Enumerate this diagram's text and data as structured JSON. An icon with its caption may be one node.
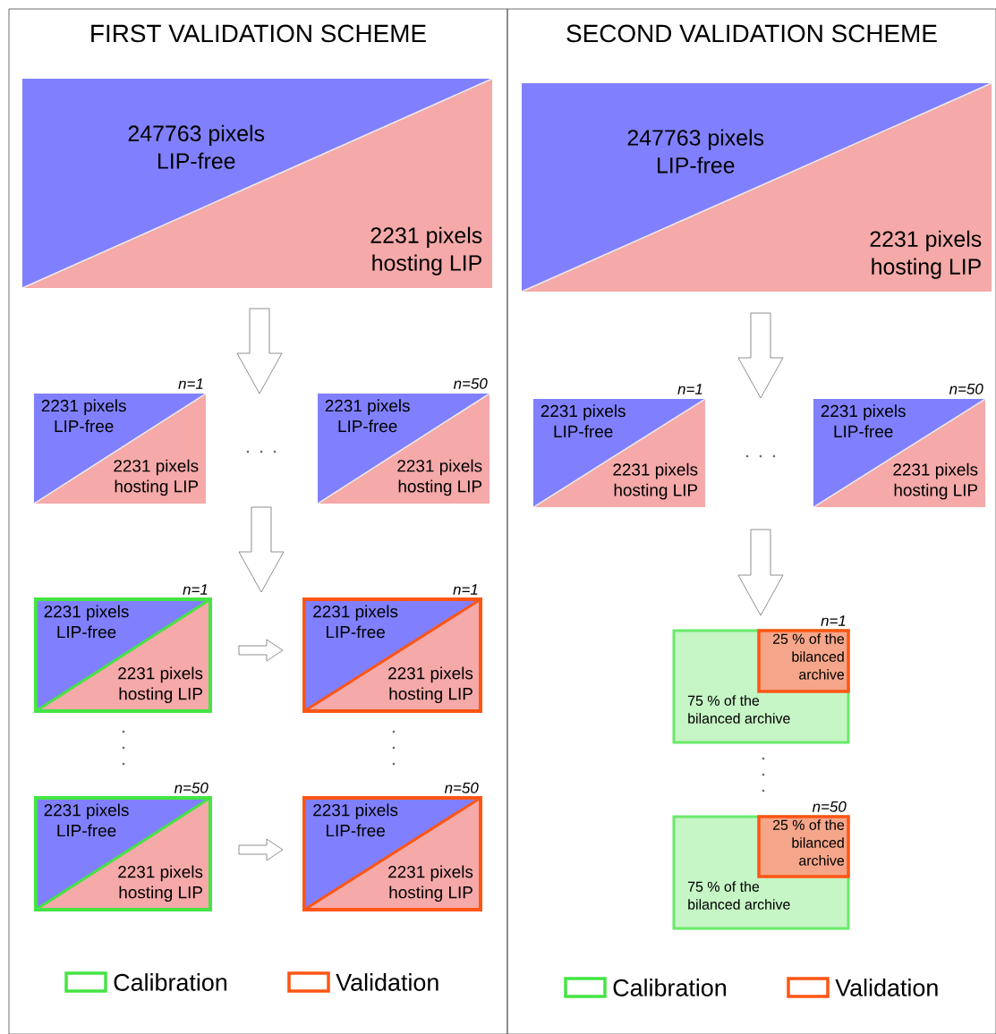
{
  "diagram": {
    "nodes": [
      {
        "text": [
          "FIRST VALIDATION SCHEME"
        ]
      },
      {
        "text": [
          "SECOND VALIDATION SCHEME"
        ]
      },
      {
        "text": [
          "247763 pixels LIP-free",
          "2231 pixels hosting LIP"
        ],
        "in": 0
      },
      {
        "text": [
          "2231 pixels LIP-free",
          "2231 pixels hosting LIP"
        ],
        "beside": [
          "n=1"
        ],
        "in": 0
      },
      {
        "text": [
          "2231 pixels LIP-free",
          "2231 pixels hosting LIP"
        ],
        "beside": [
          "n=50"
        ],
        "in": 0
      },
      {
        "text": [
          "2231 pixels LIP-free",
          "2231 pixels hosting LIP"
        ],
        "beside": [
          "n=1"
        ],
        "in": 0
      },
      {
        "text": [
          "2231 pixels LIP-free",
          "2231 pixels hosting LIP"
        ],
        "beside": [
          "n=1"
        ],
        "in": 0
      },
      {
        "text": [
          "2231 pixels LIP-free",
          "2231 pixels hosting LIP"
        ],
        "beside": [
          "n=50"
        ],
        "in": 0
      },
      {
        "text": [
          "2231 pixels LIP-free",
          "2231 pixels hosting LIP"
        ],
        "beside": [
          "n=50"
        ],
        "in": 0
      },
      {
        "text": [
          "247763 pixels LIP-free",
          "2231 pixels hosting LIP"
        ],
        "in": 1
      },
      {
        "text": [
          "2231 pixels LIP-free",
          "2231 pixels hosting LIP"
        ],
        "beside": [
          "n=1"
        ],
        "in": 1
      },
      {
        "text": [
          "2231 pixels LIP-free",
          "2231 pixels hosting LIP"
        ],
        "beside": [
          "n=50"
        ],
        "in": 1
      },
      {
        "text": [
          "75 % of the bilanced archive"
        ],
        "beside": [
          "n=1"
        ],
        "in": 1
      },
      {
        "text": [
          "25 % of the bilanced archive"
        ],
        "in": 12
      },
      {
        "text": [
          "75 % of the bilanced archive"
        ],
        "beside": [
          "n=50"
        ],
        "in": 1
      },
      {
        "text": [
          "25 % of the bilanced archive"
        ],
        "in": 14
      }
    ],
    "edges": [
      {
        "from": 2,
        "to": 3,
        "arrow": "to"
      },
      {
        "from": 2,
        "to": 4,
        "arrow": "to"
      },
      {
        "from": 3,
        "to": 5,
        "arrow": "to"
      },
      {
        "from": 4,
        "to": 6,
        "arrow": "to"
      },
      {
        "from": 5,
        "to": 6,
        "arrow": "to"
      },
      {
        "from": 7,
        "to": 8,
        "arrow": "to"
      },
      {
        "from": 9,
        "to": 10,
        "arrow": "to"
      },
      {
        "from": 9,
        "to": 11,
        "arrow": "to"
      },
      {
        "from": 10,
        "to": 12,
        "arrow": "to"
      },
      {
        "from": 11,
        "to": 12,
        "arrow": "to"
      }
    ],
    "legend": [
      {
        "text": "Calibration",
        "color": "#44e444"
      },
      {
        "text": "Validation",
        "color": "#ff5514"
      },
      {
        "text": "Calibration",
        "color": "#44e444"
      },
      {
        "text": "Validation",
        "color": "#ff5514"
      }
    ]
  }
}
